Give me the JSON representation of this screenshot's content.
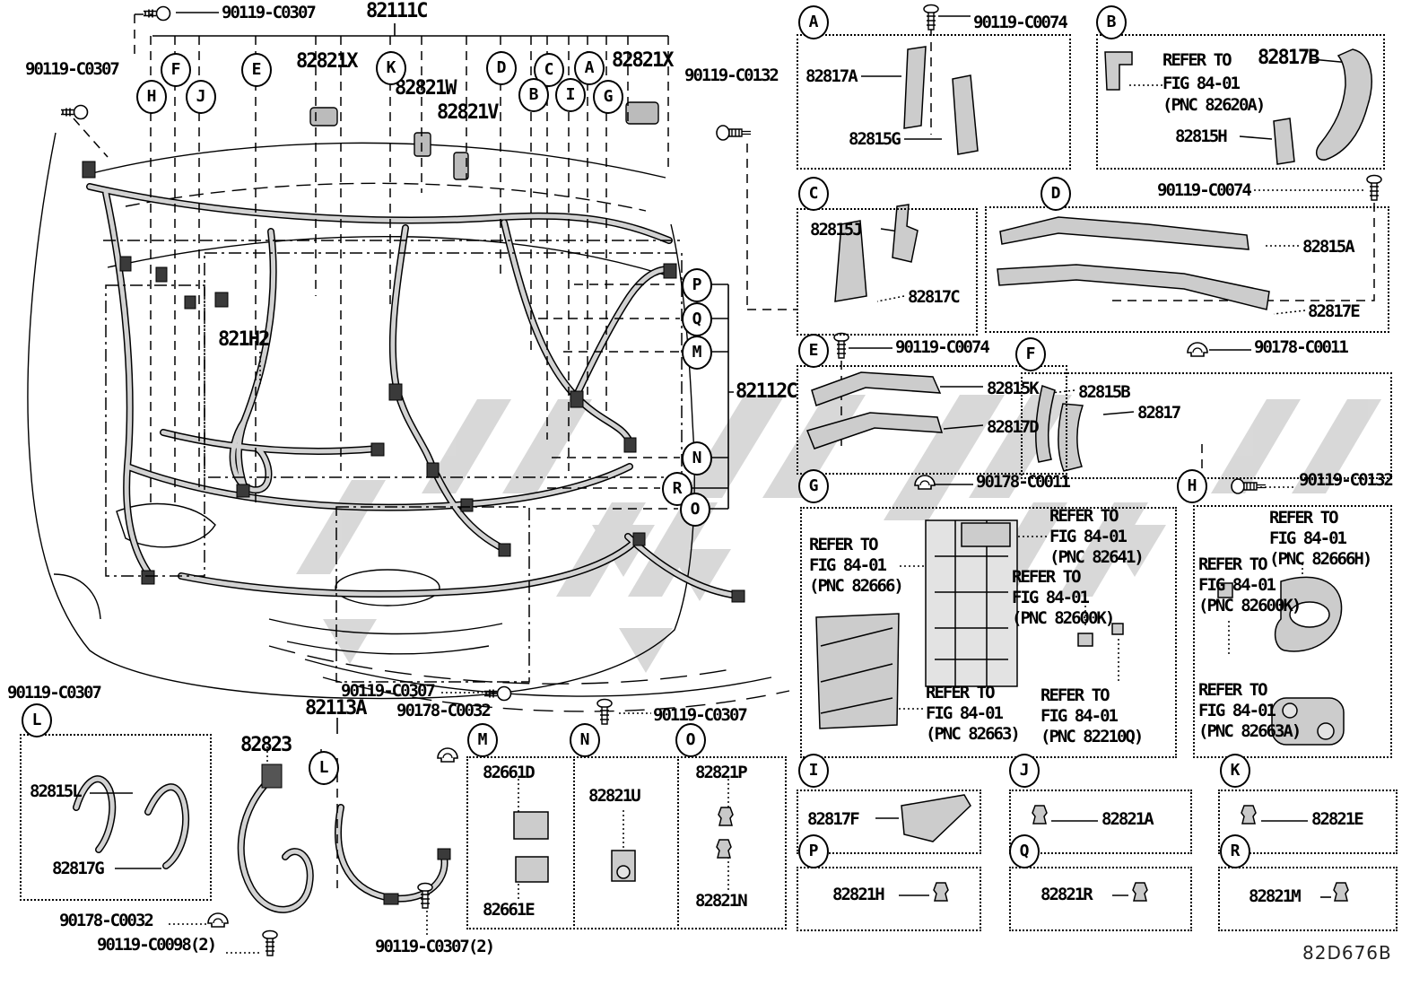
{
  "page": {
    "footer_code": "82D676B"
  },
  "callouts": {
    "a": "A",
    "b": "B",
    "c": "C",
    "d": "D",
    "e": "E",
    "f": "F",
    "g": "G",
    "h": "H",
    "i": "I",
    "j": "J",
    "k": "K",
    "l": "L",
    "m": "M",
    "n": "N",
    "o": "O",
    "p": "P",
    "q": "Q",
    "r": "R"
  },
  "diagram": {
    "main_harness": "82111C",
    "harness_no2": "82112C",
    "harness_no3": "82113A",
    "sub_harness": "821H2",
    "clamp_x_left": "82821X",
    "clamp_x_right": "82821X",
    "clamp_w": "82821W",
    "clamp_v": "82821V",
    "clamp_82823": "82823",
    "screw_top": "90119-C0307",
    "screw_left": "90119-C0307",
    "bolt_right": "90119-C0132",
    "screw_mid_bottom": "90119-C0307",
    "clip_mid_bottom": "90178-C0032",
    "screw_right_bottom": "90119-C0307",
    "screw_lbox_top": "90119-C0307",
    "screw_bottom_pair": "90119-C0307(2)",
    "clip_lbox": "90178-C0032",
    "screw_lbox_pair": "90119-C0098(2)"
  },
  "boxes": {
    "l": {
      "part1": "82815L",
      "part2": "82817G"
    },
    "m": {
      "part1": "82661D",
      "part2": "82661E"
    },
    "n": {
      "part1": "82821U"
    },
    "o": {
      "part1": "82821P",
      "part2": "82821N"
    },
    "a": {
      "fastener": "90119-C0074",
      "part1": "82817A",
      "part2": "82815G"
    },
    "b": {
      "refer": "REFER TO",
      "part1": "82817B",
      "fig": "FIG 84-01",
      "pnc": "(PNC 82620A)",
      "part2": "82815H"
    },
    "c": {
      "part1": "82815J",
      "part2": "82817C"
    },
    "d": {
      "fastener": "90119-C0074",
      "part1": "82815A",
      "part2": "82817E"
    },
    "e": {
      "fastener": "90119-C0074",
      "part1": "82815K",
      "part2": "82817D"
    },
    "f": {
      "fastener": "90178-C0011",
      "part1": "82815B",
      "part2": "82817"
    },
    "g": {
      "fastener": "90178-C0011",
      "refs": [
        {
          "l1": "REFER TO",
          "l2": "FIG 84-01",
          "l3": "(PNC 82666)"
        },
        {
          "l1": "REFER TO",
          "l2": "FIG 84-01",
          "l3": "(PNC 82641)"
        },
        {
          "l1": "REFER TO",
          "l2": "FIG 84-01",
          "l3": "(PNC 82600K)"
        },
        {
          "l1": "REFER TO",
          "l2": "FIG 84-01",
          "l3": "(PNC 82663)"
        },
        {
          "l1": "REFER TO",
          "l2": "FIG 84-01",
          "l3": "(PNC 82210Q)"
        }
      ]
    },
    "h": {
      "fastener": "90119-C0132",
      "refs": [
        {
          "l1": "REFER TO",
          "l2": "FIG 84-01",
          "l3": "(PNC 82666H)"
        },
        {
          "l1": "REFER TO",
          "l2": "FIG 84-01",
          "l3": "(PNC 82600K)"
        },
        {
          "l1": "REFER TO",
          "l2": "FIG 84-01",
          "l3": "(PNC 82663A)"
        }
      ]
    },
    "i": {
      "part1": "82817F"
    },
    "j": {
      "part1": "82821A"
    },
    "k": {
      "part1": "82821E"
    },
    "p": {
      "part1": "82821H"
    },
    "q": {
      "part1": "82821R"
    },
    "r": {
      "part1": "82821M"
    }
  }
}
